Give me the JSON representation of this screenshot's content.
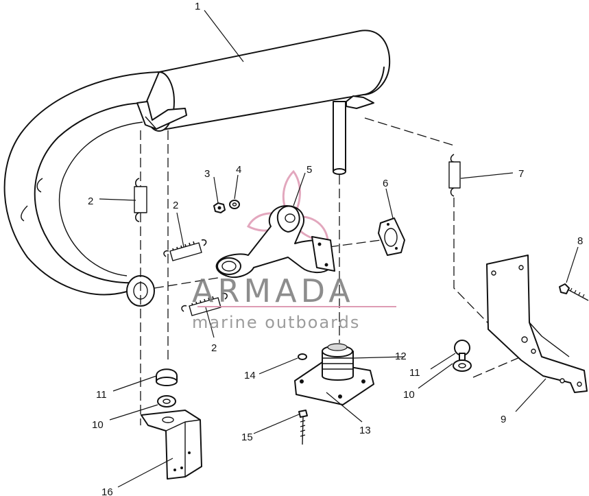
{
  "callouts": [
    "1",
    "2",
    "2",
    "2",
    "3",
    "4",
    "5",
    "6",
    "7",
    "8",
    "9",
    "10",
    "10",
    "11",
    "11",
    "12",
    "13",
    "14",
    "15",
    "16"
  ],
  "watermark": {
    "title": "ARMADA",
    "subtitle": "marine outboards",
    "logo_color": "#d98aa8"
  }
}
